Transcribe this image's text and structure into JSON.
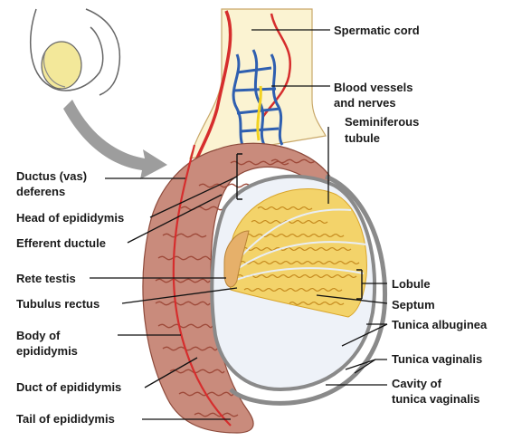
{
  "labels": {
    "spermatic_cord": "Spermatic cord",
    "blood_vessels_line1": "Blood vessels",
    "blood_vessels_line2": "and nerves",
    "seminiferous_line1": "Seminiferous",
    "seminiferous_line2": "tubule",
    "ductus_line1": "Ductus (vas)",
    "ductus_line2": "deferens",
    "head_epididymis": "Head of epididymis",
    "efferent_ductule": "Efferent ductule",
    "rete_testis": "Rete testis",
    "tubulus_rectus": "Tubulus rectus",
    "body_line1": "Body of",
    "body_line2": "epididymis",
    "duct_epididymis": "Duct of epididymis",
    "tail_epididymis": "Tail of epididymis",
    "lobule": "Lobule",
    "septum": "Septum",
    "tunica_albuginea": "Tunica albuginea",
    "tunica_vaginalis": "Tunica vaginalis",
    "cavity_line1": "Cavity of",
    "cavity_line2": "tunica vaginalis"
  },
  "colors": {
    "epididymis": "#c98b7c",
    "epididymis_tubule": "#9e4a3a",
    "testis_lobules": "#f3d36a",
    "testis_outline": "#8a8a8a",
    "artery": "#d62d2d",
    "vein": "#2f5fb0",
    "cord_fill": "#fbf3d2"
  },
  "icons": {
    "inset": "body-outline-icon",
    "arrow": "zoom-arrow-icon"
  }
}
